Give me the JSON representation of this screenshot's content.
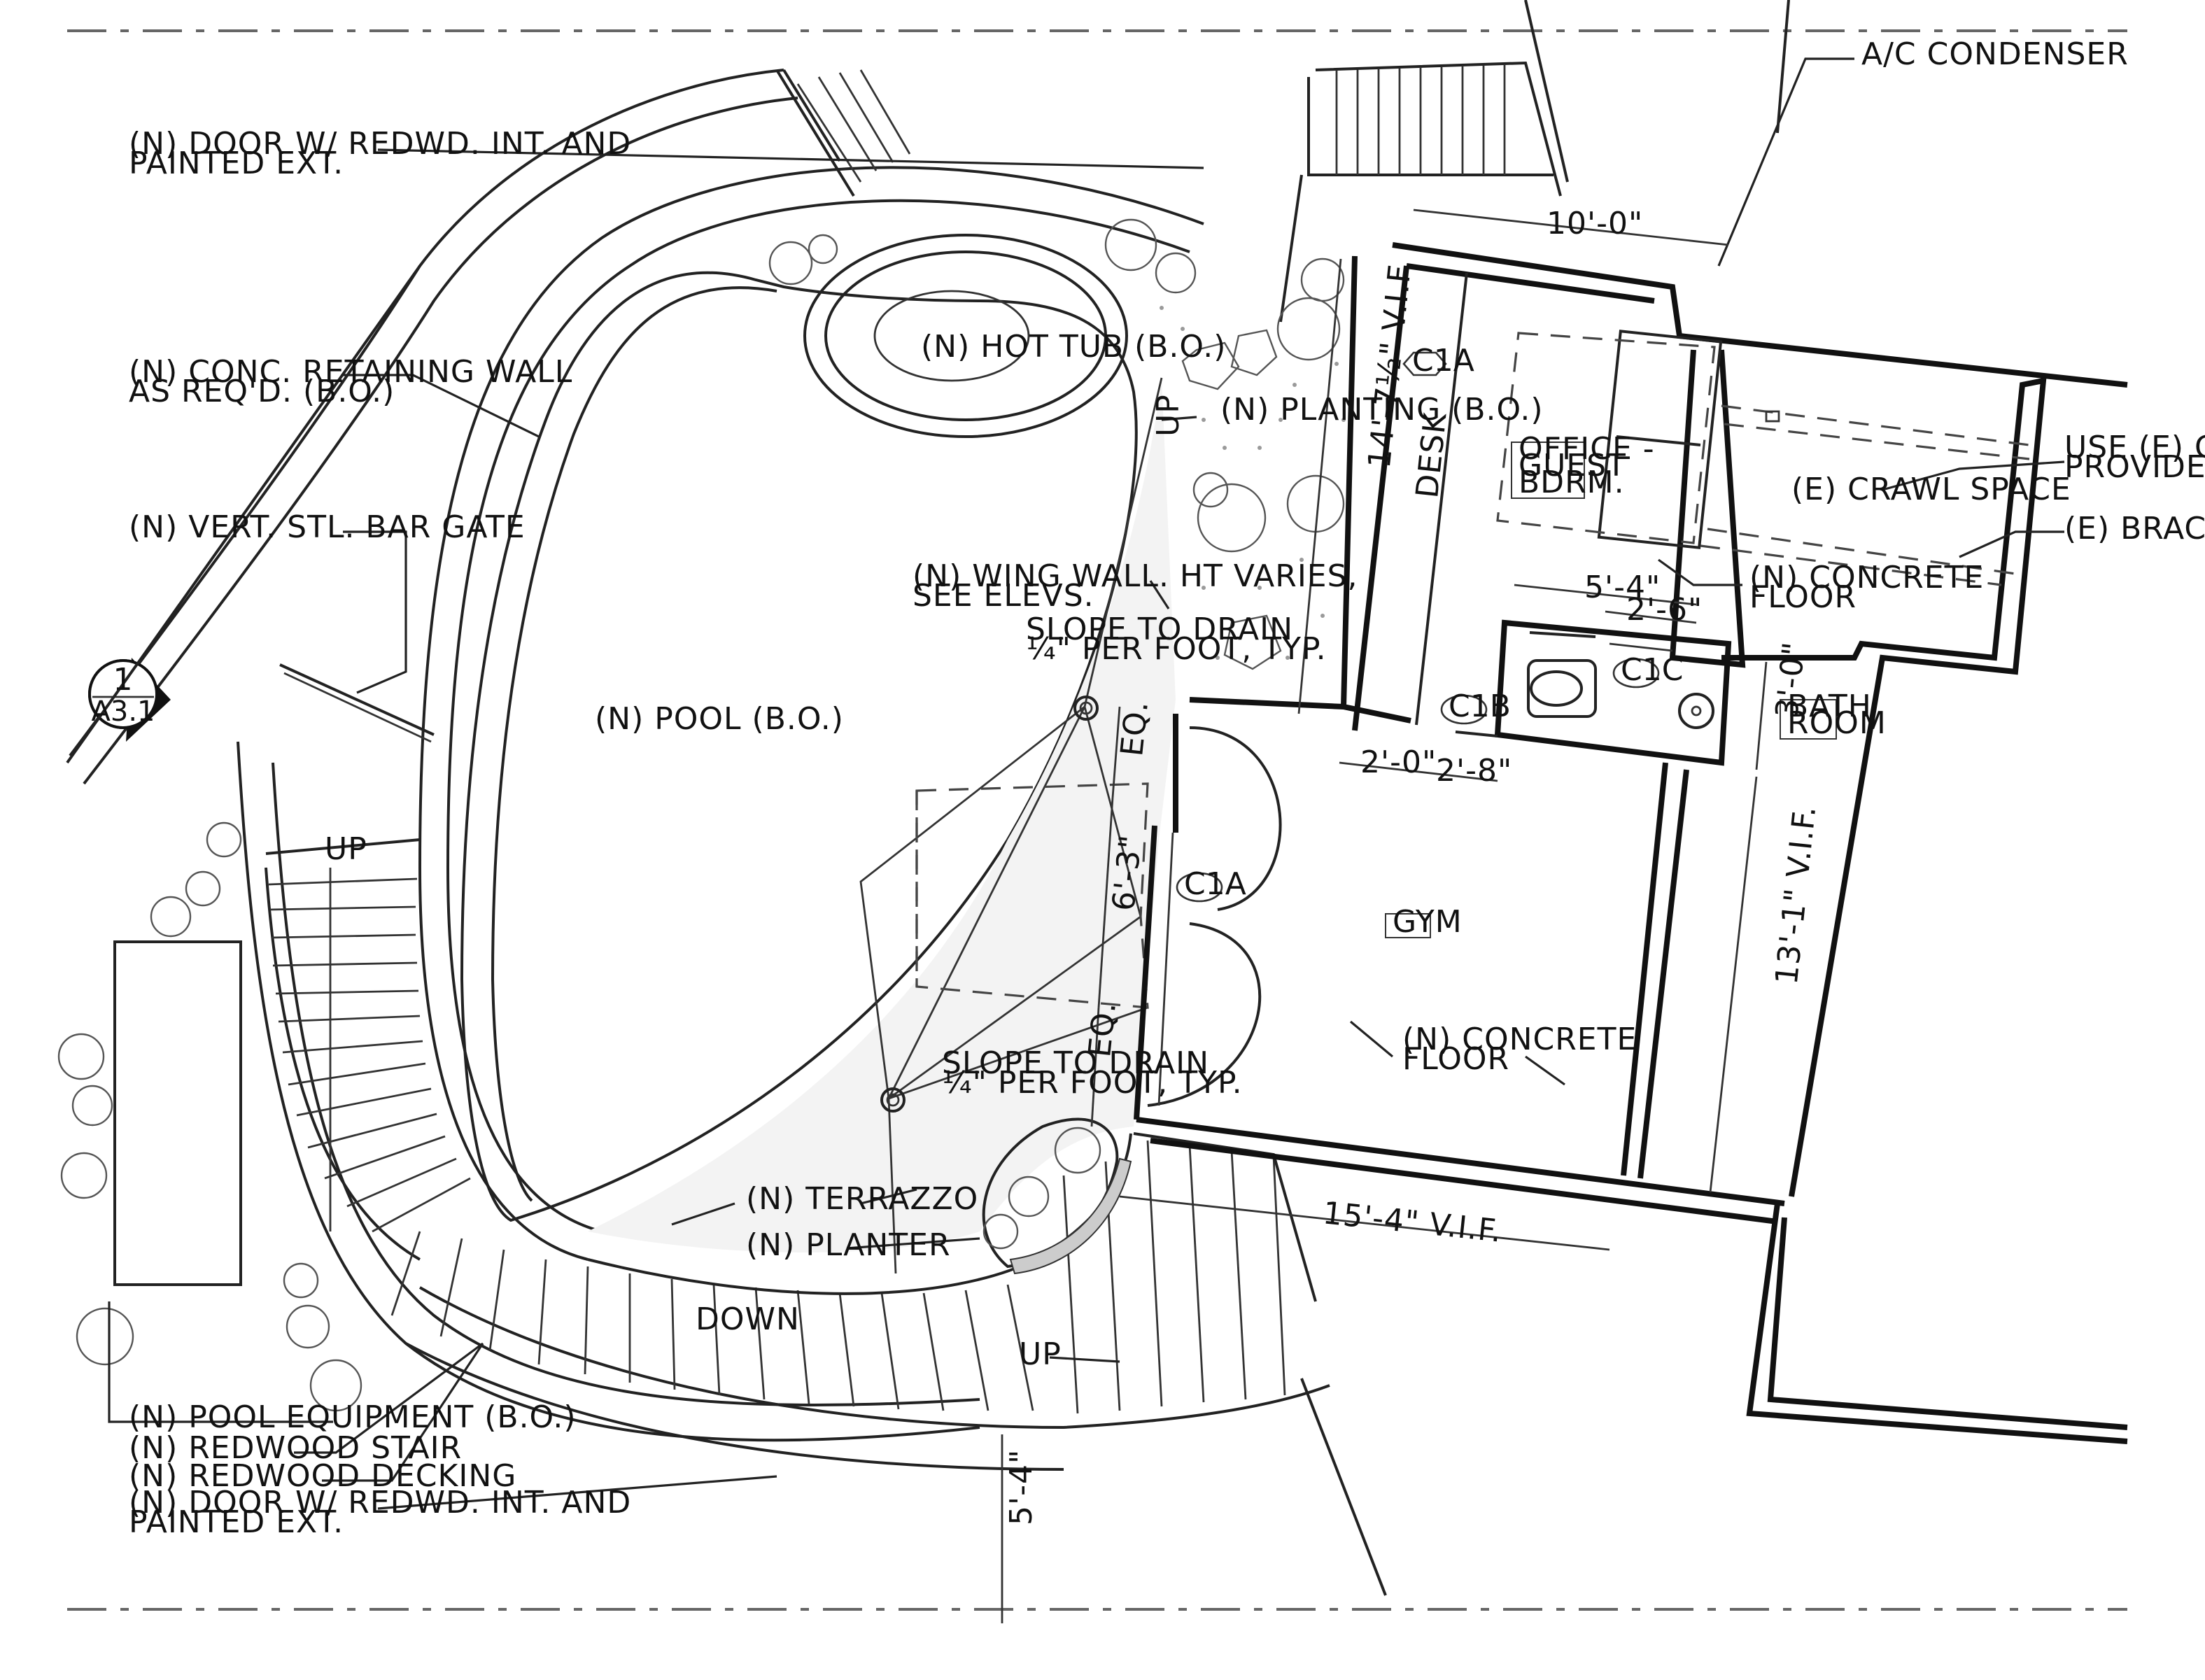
{
  "labels": {
    "door_top": [
      "(N) DOOR W/ REDWD. INT. AND",
      "PAINTED EXT."
    ],
    "retaining_wall": [
      "(N) CONC. RETAINING WALL",
      "AS REQ'D. (B.O.)"
    ],
    "gate": "(N) VERT. STL. BAR GATE",
    "ac_condenser": "A/C CONDENSER",
    "hot_tub": "(N) HOT TUB (B.O.)",
    "planting": "(N) PLANTING (B.O.)",
    "pool": "(N) POOL (B.O.)",
    "wing_wall": [
      "(N) WING WALL. HT VARIES,",
      "SEE ELEVS."
    ],
    "slope_1": [
      "SLOPE TO DRAIN",
      "¼\" PER FOOT, TYP."
    ],
    "slope_2": [
      "SLOPE TO DRAIN",
      "¼\" PER FOOT, TYP."
    ],
    "desk": "DESK",
    "office": [
      "OFFICE -",
      "GUEST",
      "BDRM."
    ],
    "crawl_space": "(E) CRAWL SPACE",
    "use_e": [
      "USE (E) C",
      "PROVIDE"
    ],
    "e_brac": "(E) BRAC",
    "concrete_floor_1": [
      "(N) CONCRETE",
      "FLOOR"
    ],
    "concrete_floor_2": [
      "(N) CONCRETE",
      "FLOOR"
    ],
    "bath_room": [
      "BATH",
      "ROOM"
    ],
    "gym": "GYM",
    "terrazzo": "(N) TERRAZZO",
    "planter": "(N) PLANTER",
    "down": "DOWN",
    "up_stair": "UP",
    "up_deck": "UP",
    "up_path": "UP",
    "pool_equipment": "(N) POOL EQUIPMENT (B.O.)",
    "redwood_stair": "(N) REDWOOD STAIR",
    "redwood_decking": "(N) REDWOOD DECKING",
    "door_bottom": [
      "(N) DOOR W/ REDWD. INT. AND",
      "PAINTED EXT."
    ]
  },
  "tags": {
    "c1a_top": "C1A",
    "c1a_mid": "C1A",
    "c1b": "C1B",
    "c1c": "C1C"
  },
  "section_marker": {
    "number": "1",
    "sheet": "A3.1"
  },
  "dimensions": {
    "d_10_0": "10'-0\"",
    "d_14_7": "14'-7½\" V.I.F.",
    "d_5_4_top": "5'-4\"",
    "d_2_6": "2'-6\"",
    "d_2_0": "2'-0\"",
    "d_2_8": "2'-8\"",
    "d_3_0": "3'-0\"",
    "d_eq_1": "EQ.",
    "d_6_3": "6'-3\"",
    "d_eq_2": "EQ.",
    "d_13_1": "13'-1\" V.I.F.",
    "d_15_4": "15'-4\" V.I.F.",
    "d_5_4_bottom": "5'-4\""
  }
}
